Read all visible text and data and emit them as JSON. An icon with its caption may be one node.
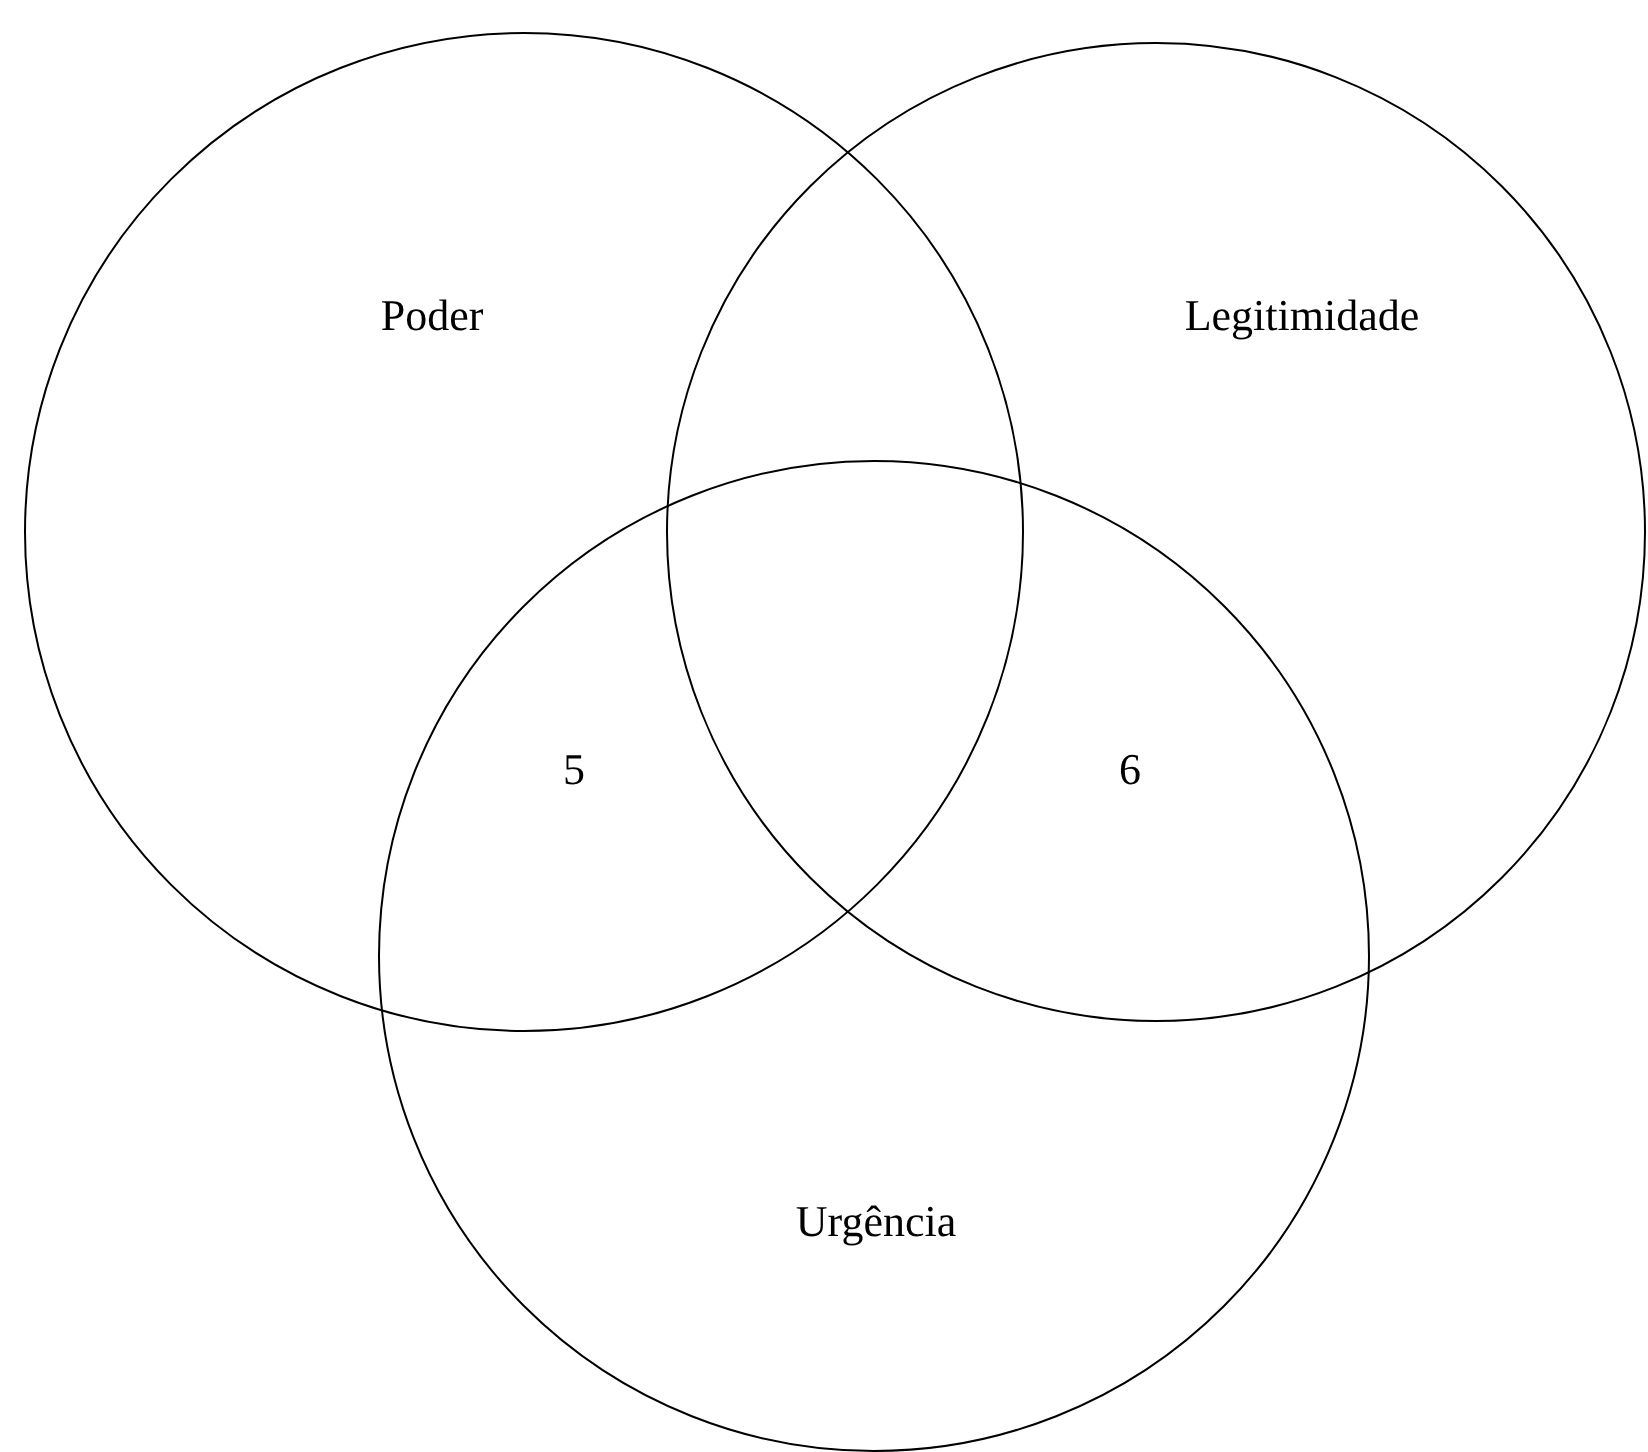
{
  "diagram": {
    "nodes": [
      {
        "text": [
          "Poder"
        ]
      },
      {
        "text": [
          "Legitimidade"
        ]
      },
      {
        "text": [
          "Urgência"
        ]
      }
    ],
    "labels": [
      "5",
      "6"
    ]
  }
}
